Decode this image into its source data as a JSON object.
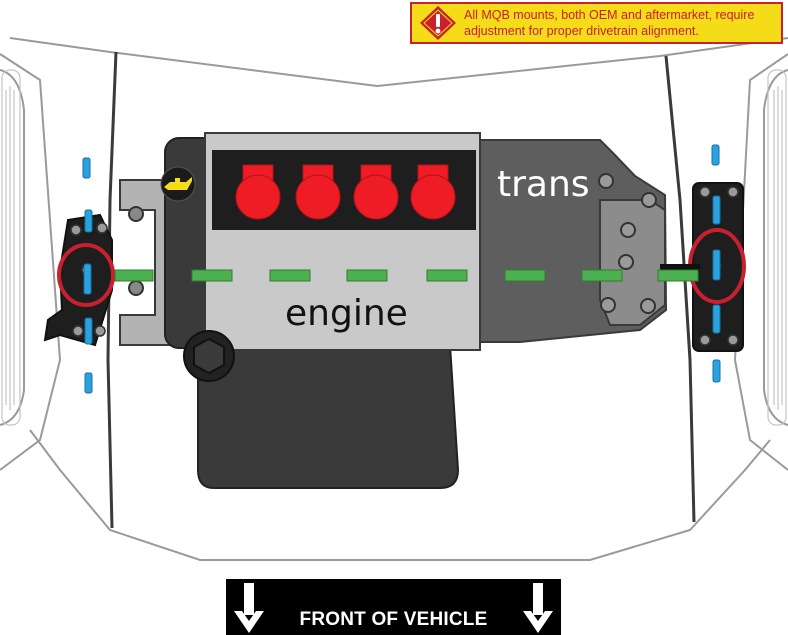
{
  "notice": {
    "line1": "All MQB mounts, both OEM and aftermarket, require",
    "line2": "adjustment for proper drivetrain alignment."
  },
  "labels": {
    "trans": "trans",
    "engine": "engine",
    "front": "FRONT OF VEHICLE"
  },
  "colors": {
    "warning_bg": "#f5dc18",
    "warning_border": "#c8202e",
    "engine_block": "#c9c9c9",
    "dark_parts": "#3a3a3a",
    "cylinder_red": "#ee1c24",
    "mount_ring": "#c8202e",
    "alignment_line": "#4caf50",
    "mount_bolt_marker": "#29a3e0",
    "car_outline": "#9a9a9a"
  },
  "icons": [
    "warning-icon",
    "oil-can-icon",
    "down-arrow-icon"
  ]
}
